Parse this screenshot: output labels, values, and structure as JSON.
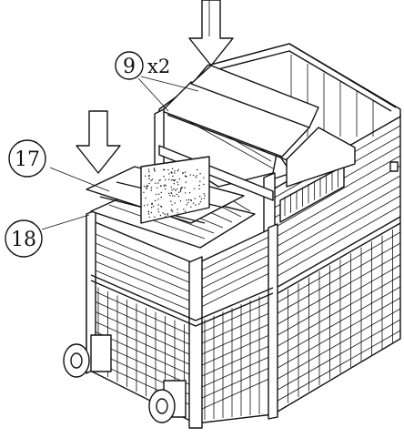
{
  "callouts": [
    {
      "id": "part-9",
      "label": "9",
      "quantity": "x2"
    },
    {
      "id": "part-17",
      "label": "17",
      "quantity": ""
    },
    {
      "id": "part-18",
      "label": "18",
      "quantity": ""
    }
  ],
  "arrows": [
    {
      "id": "arrow-main",
      "direction": "down"
    },
    {
      "id": "arrow-side",
      "direction": "down"
    }
  ],
  "colors": {
    "ink": "#111111",
    "paper": "#ffffff"
  }
}
